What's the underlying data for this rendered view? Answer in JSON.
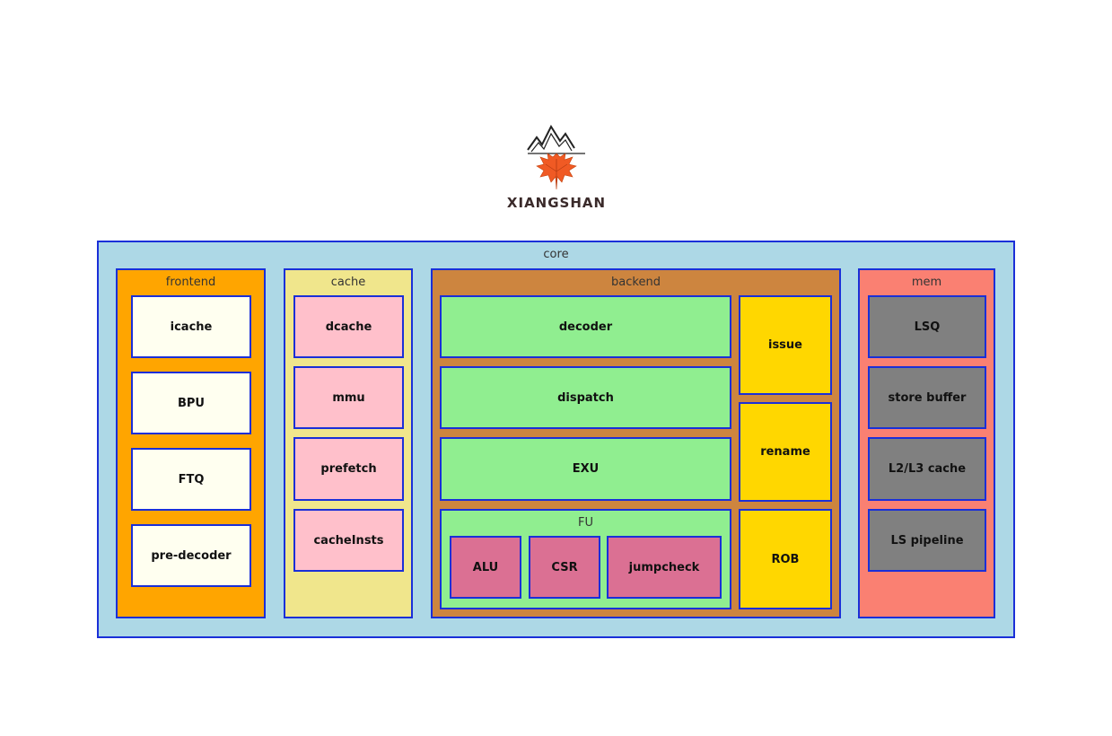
{
  "logo": {
    "text": "XIANGSHAN",
    "icon": "maple-leaf-mountain-icon",
    "leaf_color": "#f05a24"
  },
  "core": {
    "title": "core",
    "frontend": {
      "title": "frontend",
      "blocks": [
        "icache",
        "BPU",
        "FTQ",
        "pre-decoder"
      ]
    },
    "cache": {
      "title": "cache",
      "blocks": [
        "dcache",
        "mmu",
        "prefetch",
        "cacheInsts"
      ]
    },
    "backend": {
      "title": "backend",
      "decoder": "decoder",
      "dispatch": "dispatch",
      "exu": "EXU",
      "fu": {
        "title": "FU",
        "blocks": [
          "ALU",
          "CSR",
          "jumpcheck"
        ]
      },
      "issue": "issue",
      "rename": "rename",
      "rob": "ROB"
    },
    "mem": {
      "title": "mem",
      "blocks": [
        "LSQ",
        "store buffer",
        "L2/L3 cache",
        "LS pipeline"
      ]
    }
  },
  "colors": {
    "border": "#1a2fd8",
    "core": "#add8e6",
    "frontend": "#ffa500",
    "cache": "#f0e68c",
    "backend": "#cd853f",
    "mem": "#fa8072",
    "green": "#90ee90",
    "yellow": "#ffd700",
    "gray": "#808080",
    "pink": "#ffc0cb",
    "fu_block": "#db7093",
    "ivory": "#fffff0"
  }
}
